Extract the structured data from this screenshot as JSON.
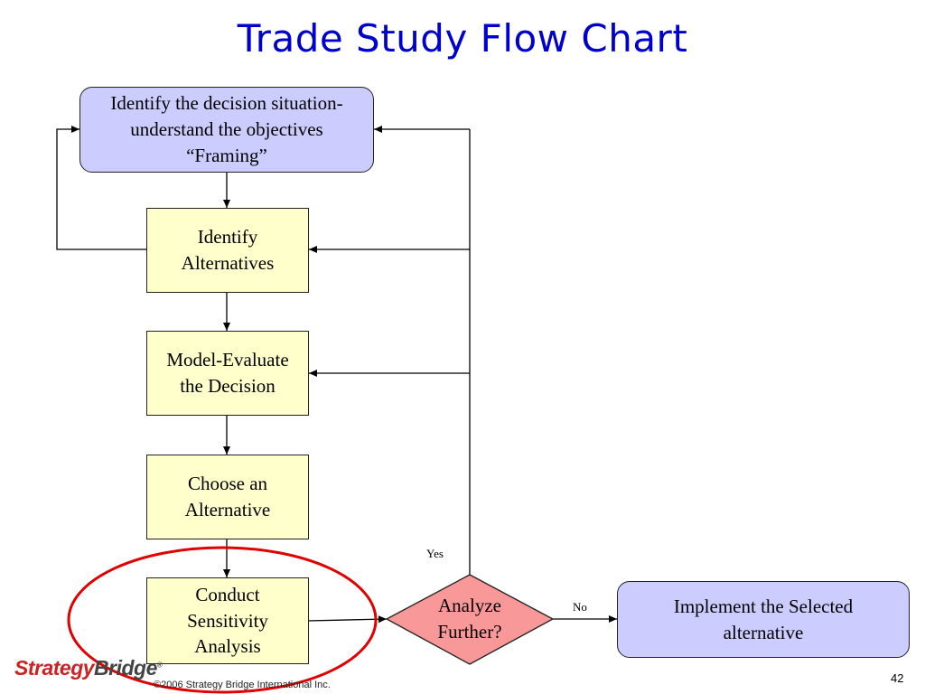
{
  "title": "Trade Study Flow Chart",
  "nodes": {
    "framing": {
      "lines": [
        "Identify the decision situation-",
        "understand the objectives",
        "“Framing”"
      ]
    },
    "identify_alternatives": {
      "lines": [
        "Identify",
        "Alternatives"
      ]
    },
    "model_evaluate": {
      "lines": [
        "Model-Evaluate",
        "the Decision"
      ]
    },
    "choose_alternative": {
      "lines": [
        "Choose an",
        "Alternative"
      ]
    },
    "sensitivity": {
      "lines": [
        "Conduct",
        "Sensitivity",
        "Analysis"
      ]
    },
    "analyze_further": {
      "lines": [
        "Analyze",
        "Further?"
      ]
    },
    "implement": {
      "lines": [
        "Implement the Selected",
        "alternative"
      ]
    }
  },
  "edge_labels": {
    "yes": "Yes",
    "no": "No"
  },
  "colors": {
    "title": "#0000cc",
    "process_fill": "#ffffcc",
    "start_fill": "#ccccff",
    "decision_fill": "#f89898",
    "highlight_ring": "#e00000"
  },
  "footer": {
    "logo_part1": "Strategy",
    "logo_part2": "Bridge",
    "logo_mark": "®",
    "copyright": "©2006 Strategy Bridge International Inc.",
    "page_number": "42"
  }
}
